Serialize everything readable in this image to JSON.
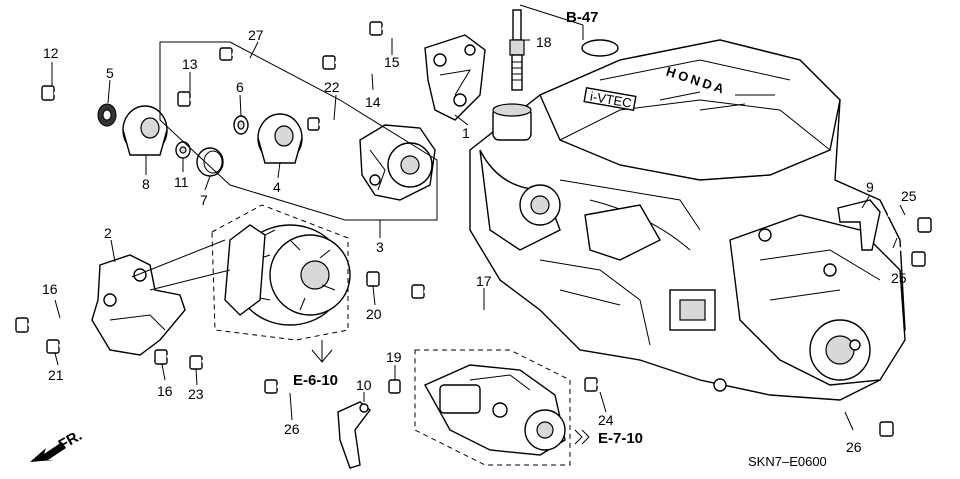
{
  "diagram": {
    "callouts": {
      "c1": "1",
      "c2": "2",
      "c3": "3",
      "c4": "4",
      "c5": "5",
      "c6": "6",
      "c7": "7",
      "c8": "8",
      "c9": "9",
      "c10": "10",
      "c11": "11",
      "c12": "12",
      "c13": "13",
      "c14": "14",
      "c15": "15",
      "c16a": "16",
      "c16b": "16",
      "c17": "17",
      "c18": "18",
      "c19": "19",
      "c20": "20",
      "c21": "21",
      "c22": "22",
      "c23": "23",
      "c24": "24",
      "c25a": "25",
      "c25b": "25",
      "c26a": "26",
      "c26b": "26",
      "c27": "27"
    },
    "references": {
      "b47": "B-47",
      "e610": "E-6-10",
      "e710": "E-7-10"
    },
    "front_label": "FR.",
    "diagram_code": "SKN7‒E0600",
    "engine_badge": "HONDA",
    "engine_badge_2": "i-VTEC"
  }
}
